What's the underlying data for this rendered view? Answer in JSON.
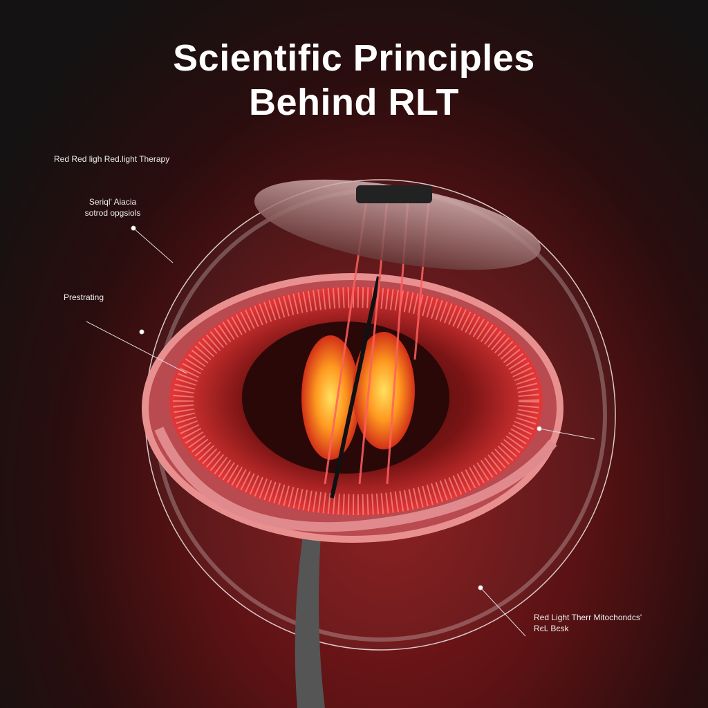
{
  "title": {
    "line1": "Scientific Principles",
    "line2": "Behind RLT"
  },
  "labels": {
    "top": "Red Red ligh Red.light Therapy",
    "upper_line1": "Seriql' Aiacia",
    "upper_line2": "sotrod opgsiols",
    "middle": "Prestrating",
    "bottom_line1": "Red Light Therr Mitochondcs'",
    "bottom_line2": "RєL Bєsk"
  },
  "colors": {
    "accent": "#e8322f",
    "glow": "#ffb020",
    "ring": "#e8888c"
  }
}
